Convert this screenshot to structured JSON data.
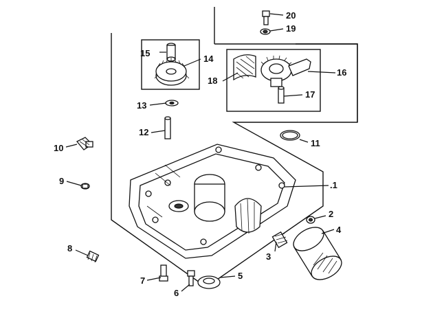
{
  "callouts": {
    "p1": ".1",
    "p2": "2",
    "p3": "3",
    "p4": "4",
    "p5": "5",
    "p6": "6",
    "p7": "7",
    "p8": "8",
    "p9": "9",
    "p10": "10",
    "p11": "11",
    "p12": "12",
    "p13": "13",
    "p14": "14",
    "p15": "15",
    "p16": "16",
    "p17": "17",
    "p18": "18",
    "p19": "19",
    "p20": "20"
  }
}
